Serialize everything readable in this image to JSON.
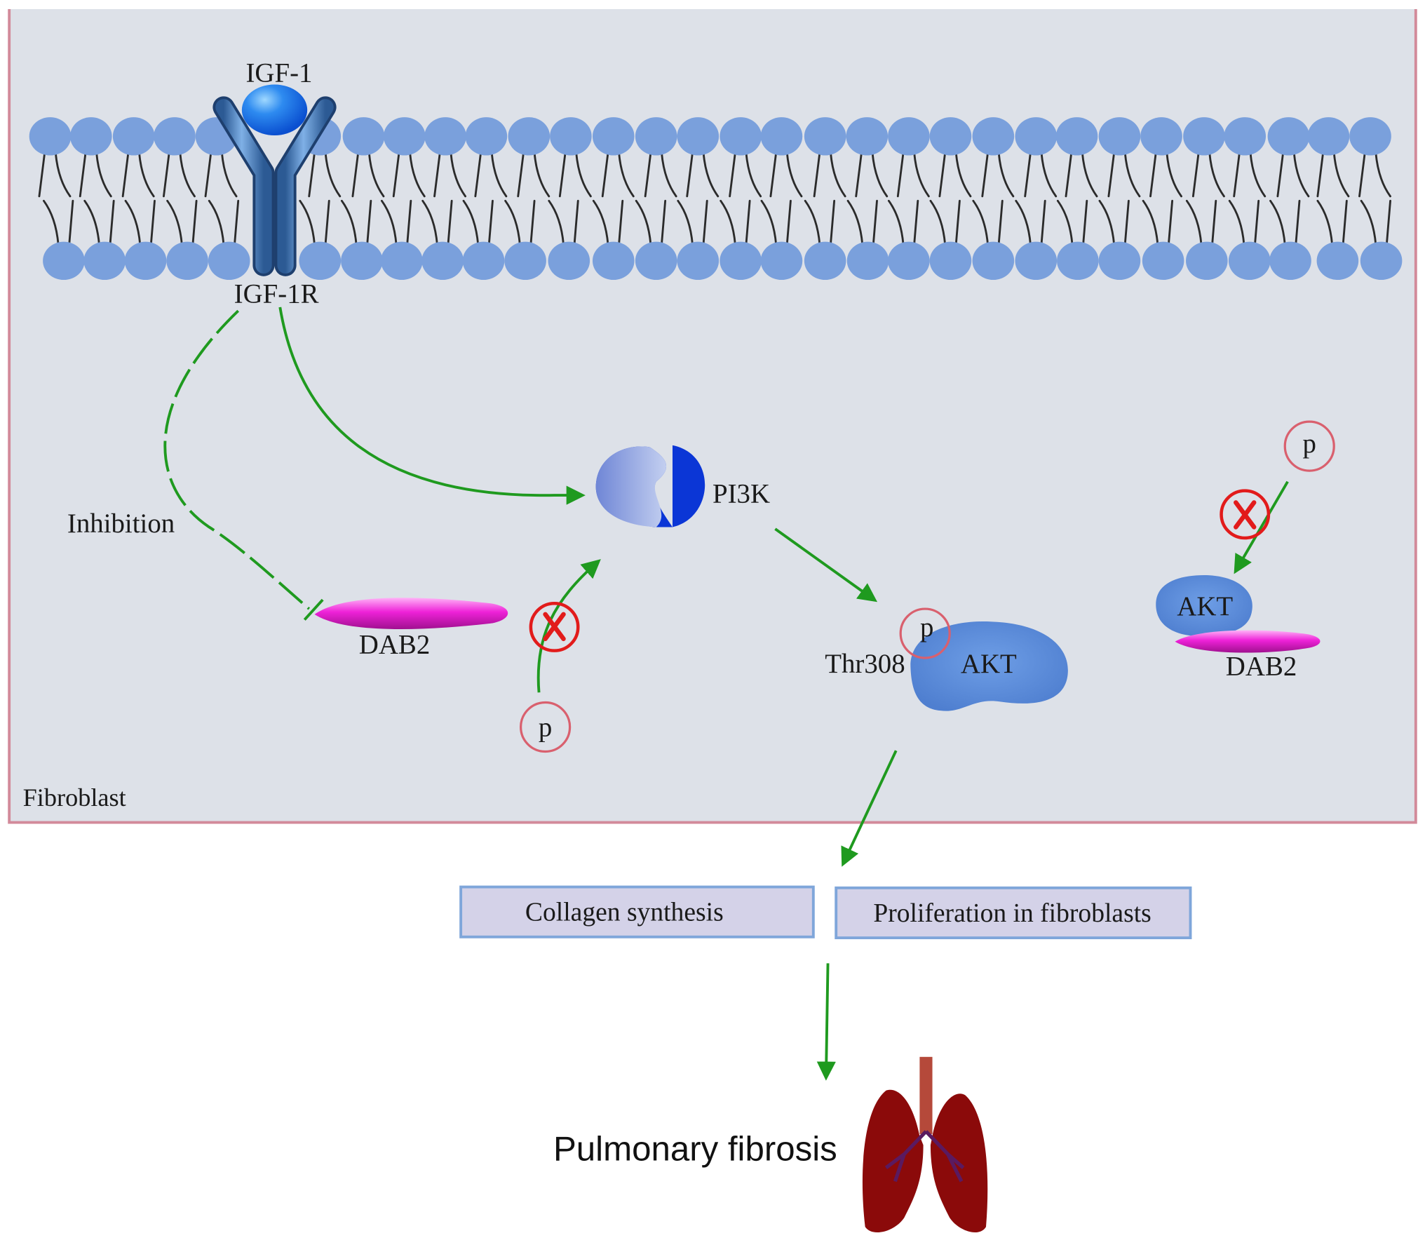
{
  "figure": {
    "type": "signaling-pathway-diagram",
    "cell_label": "Fibroblast",
    "membrane": {
      "ligand": "IGF-1",
      "receptor": "IGF-1R"
    },
    "nodes": {
      "pi3k": "PI3K",
      "akt_main": "AKT",
      "akt_site": "Thr308",
      "akt_bound": "AKT",
      "dab2_left": "DAB2",
      "dab2_right": "DAB2",
      "phospho": "p"
    },
    "edges": {
      "inhibition_label": "Inhibition"
    },
    "outcomes": [
      {
        "label": "Collagen synthesis"
      },
      {
        "label": "Proliferation in fibroblasts"
      }
    ],
    "disease": "Pulmonary fibrosis"
  },
  "colors": {
    "cell_background": "#dde1e8",
    "cell_border": "#d28a9a",
    "lipid_head": "#7aa0dc",
    "arrow_green": "#1f9a1f",
    "phospho_circle": "#d9606e",
    "block_red": "#e21b1b",
    "dab2_magenta": "#ee22d8",
    "akt_blue": "#5f8fdc",
    "pi3k_dark": "#0b36d6",
    "pi3k_light": "#8aa0e0",
    "outcome_fill": "#d4d2e8",
    "outcome_border": "#7fa6da",
    "lung_red": "#8b0a0a"
  }
}
